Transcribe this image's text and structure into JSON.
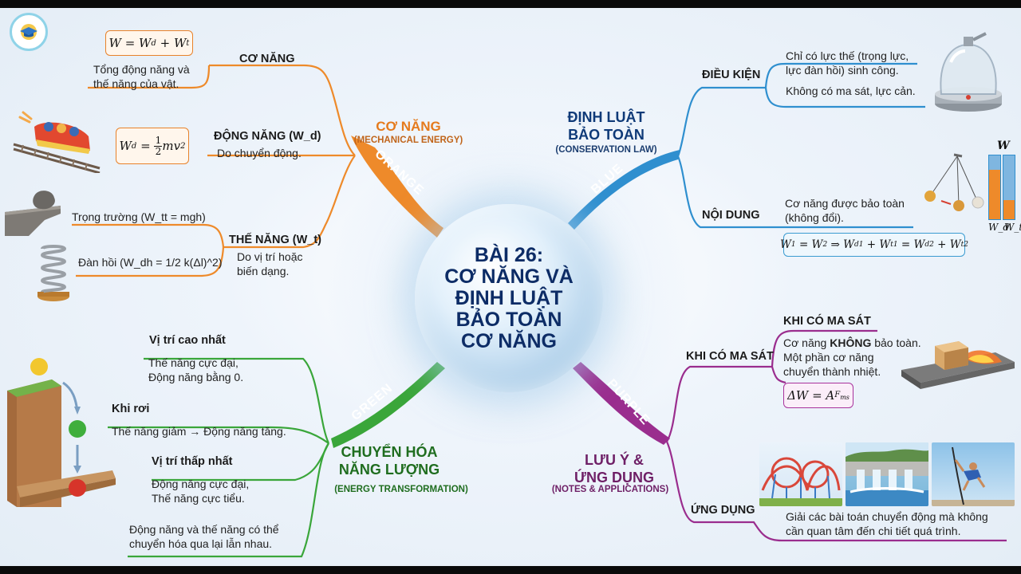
{
  "center": {
    "lines": [
      "BÀI 26:",
      "CƠ NĂNG VÀ",
      "ĐỊNH LUẬT",
      "BẢO TOÀN",
      "CƠ NĂNG"
    ]
  },
  "branches": {
    "orange": {
      "color": "#ee8a2a",
      "word": "ORANGE",
      "title": "CƠ NĂNG",
      "subtitle": "(MECHANICAL ENERGY)",
      "co_nang": {
        "label": "CƠ NĂNG",
        "formula": "W = W_d + W_t",
        "desc": [
          "Tổng động năng và",
          "thế năng của vật."
        ]
      },
      "dong_nang": {
        "label": "ĐỘNG NĂNG (W_d)",
        "formula": "W_d = 1/2 mv^2",
        "desc": "Do chuyển động."
      },
      "the_nang": {
        "label": "THẾ NĂNG (W_t)",
        "desc": [
          "Do vị trí hoặc",
          "biến dạng."
        ],
        "trong_truong": "Trọng trường (W_tt = mgh)",
        "dan_hoi": "Đàn hồi (W_dh = 1/2 k(Δl)^2)"
      }
    },
    "blue": {
      "color": "#2f8fcf",
      "word": "BLUE",
      "title": [
        "ĐỊNH LUẬT",
        "BẢO TOÀN"
      ],
      "subtitle": "(CONSERVATION LAW)",
      "dieu_kien": {
        "label": "ĐIỀU KIỆN",
        "items": [
          [
            "Chỉ có lực thế (trọng lực,",
            "lực đàn hồi) sinh công."
          ],
          [
            "Không có ma sát, lực cản."
          ]
        ]
      },
      "noi_dung": {
        "label": "NỘI DUNG",
        "desc": [
          "Cơ năng được bảo toàn",
          "(không đổi)."
        ],
        "formula": "W_1 = W_2 ⇒ W_d1 + W_t1 = W_d2 + W_t2"
      },
      "bar_labels": {
        "top": "W",
        "left": "W_d",
        "right": "W_t"
      }
    },
    "purple": {
      "color": "#9a2d8e",
      "word": "PURPLE",
      "title": [
        "LƯU Ý &",
        "ỨNG DỤNG"
      ],
      "subtitle": "(NOTES & APPLICATIONS)",
      "ma_sat": {
        "label": "KHI CÓ MA SÁT",
        "heading": "KHI CÓ MA SÁT",
        "desc_pre": "Cơ năng ",
        "desc_bold": "KHÔNG",
        "desc_post": " bảo toàn.",
        "desc_rest": [
          "Một phần cơ năng",
          "chuyển thành nhiệt."
        ],
        "formula": "ΔW = A_Fms"
      },
      "ung_dung": {
        "label": "ỨNG DỤNG",
        "desc": [
          "Giải các bài toán chuyển động mà không",
          "cần quan tâm đến chi tiết quá trình."
        ]
      }
    },
    "green": {
      "color": "#3aa63a",
      "word": "GREEN",
      "title": [
        "CHUYỂN HÓA",
        "NĂNG LƯỢNG"
      ],
      "subtitle": "(ENERGY TRANSFORMATION)",
      "cao_nhat": {
        "label": "Vị trí cao nhất",
        "desc": [
          "Thế năng cực đại,",
          "Động năng bằng 0."
        ]
      },
      "khi_roi": {
        "label": "Khi rơi",
        "desc": "Thế năng giảm → Động năng tăng."
      },
      "thap_nhat": {
        "label": "Vị trí thấp nhất",
        "desc": [
          "Động năng cực đại,",
          "Thế năng cực tiểu."
        ]
      },
      "note": [
        "Động năng và thế năng có thể",
        "chuyển hóa qua lại lẫn nhau."
      ]
    }
  }
}
